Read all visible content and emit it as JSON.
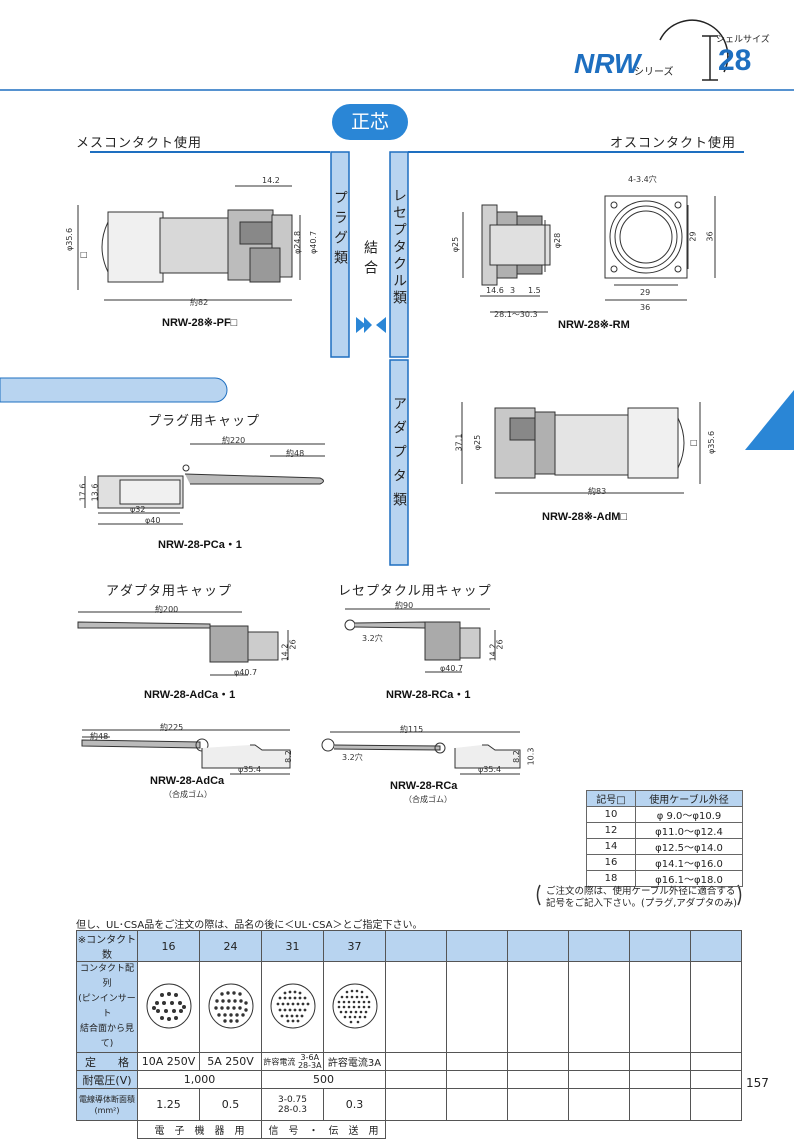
{
  "header": {
    "series": "NRW",
    "series_suffix": "シリーズ",
    "shell_label": "シェルサイズ",
    "shell_size": "28"
  },
  "top": {
    "badge": "正芯",
    "left_heading": "メスコンタクト使用",
    "right_heading": "オスコンタクト使用",
    "plug_band": "プラグ類",
    "join_label": "結合",
    "receptacle_band": "レセプタクル類",
    "adapter_band": "アダプタ類"
  },
  "drawings": {
    "pf": {
      "label": "NRW-28※-PF□",
      "dims": {
        "d1": "14.2",
        "d2": "φ35.6",
        "d3": "φ24.8",
        "d4": "φ40.7",
        "d5": "約82",
        "d6": "□"
      }
    },
    "rm": {
      "label": "NRW-28※-RM",
      "dims": {
        "d1": "φ25",
        "d2": "φ28",
        "d3": "14.6",
        "d4": "3",
        "d5": "1.5",
        "d6": "28.1～30.3"
      }
    },
    "flange": {
      "dims": {
        "d1": "4-3.4穴",
        "d2": "29",
        "d3": "36",
        "d4": "29",
        "d5": "36"
      }
    },
    "adm": {
      "label": "NRW-28※-AdM□",
      "dims": {
        "d1": "37.1",
        "d2": "φ25",
        "d3": "φ35.6",
        "d4": "約83",
        "d5": "□"
      }
    },
    "pca": {
      "title": "プラグ用キャップ",
      "label": "NRW-28-PCa・1",
      "dims": {
        "d1": "約220",
        "d2": "約48",
        "d3": "17.6",
        "d4": "13.6",
        "d5": "φ32",
        "d6": "φ40"
      }
    },
    "adca1": {
      "title": "アダプタ用キャップ",
      "label": "NRW-28-AdCa・1",
      "dims": {
        "d1": "約200",
        "d2": "26",
        "d3": "14.2",
        "d4": "φ40.7"
      }
    },
    "rca1": {
      "title": "レセプタクル用キャップ",
      "label": "NRW-28-RCa・1",
      "dims": {
        "d1": "約90",
        "d2": "3.2穴",
        "d3": "26",
        "d4": "14.2",
        "d5": "φ40.7"
      }
    },
    "adca": {
      "label": "NRW-28-AdCa",
      "note": "（合成ゴム）",
      "dims": {
        "d1": "約225",
        "d2": "約48",
        "d3": "φ35.4",
        "d4": "8.2"
      }
    },
    "rca": {
      "label": "NRW-28-RCa",
      "note": "（合成ゴム）",
      "dims": {
        "d1": "約115",
        "d2": "3.2穴",
        "d3": "φ35.4",
        "d4": "8.2",
        "d5": "10.3"
      }
    }
  },
  "cable_table": {
    "headers": [
      "記号□",
      "使用ケーブル外径"
    ],
    "rows": [
      [
        "10",
        "φ 9.0～φ10.9"
      ],
      [
        "12",
        "φ11.0～φ12.4"
      ],
      [
        "14",
        "φ12.5～φ14.0"
      ],
      [
        "16",
        "φ14.1～φ16.0"
      ],
      [
        "18",
        "φ16.1～φ18.0"
      ]
    ],
    "note_line1": "ご注文の際は、使用ケーブル外径に適合する",
    "note_line2": "記号をご記入下さい。(プラグ,アダプタのみ)"
  },
  "spec": {
    "note": "但し、UL･CSA品をご注文の際は、品名の後に＜UL･CSA＞とご指定下さい。",
    "row_contacts_label": "※コンタクト数",
    "contacts": [
      "16",
      "24",
      "31",
      "37"
    ],
    "row_layout_label1": "コンタクト配列",
    "row_layout_label2": "(ピンインサート",
    "row_layout_label3": "結合面から見て)",
    "row_rating_label": "定　　格",
    "ratings": [
      "10A 250V",
      "5A 250V",
      "許容電流",
      "許容電流3A"
    ],
    "rating31_a": "3-6A",
    "rating31_b": "28-3A",
    "row_voltage_label": "耐電圧(V)",
    "voltage_a": "1,000",
    "voltage_b": "500",
    "row_area_label1": "電線導体断面積",
    "row_area_label2": "(mm²)",
    "areas": [
      "1.25",
      "0.5",
      "",
      "0.3"
    ],
    "area31_a": "3-0.75",
    "area31_b": "28-0.3",
    "use_a": "電　子　機　器　用",
    "use_b": "信　号　・　伝　送　用"
  },
  "page_number": "157",
  "colors": {
    "accent": "#1e6fc0",
    "band": "#b8d4f0",
    "tab": "#2a86d6"
  }
}
